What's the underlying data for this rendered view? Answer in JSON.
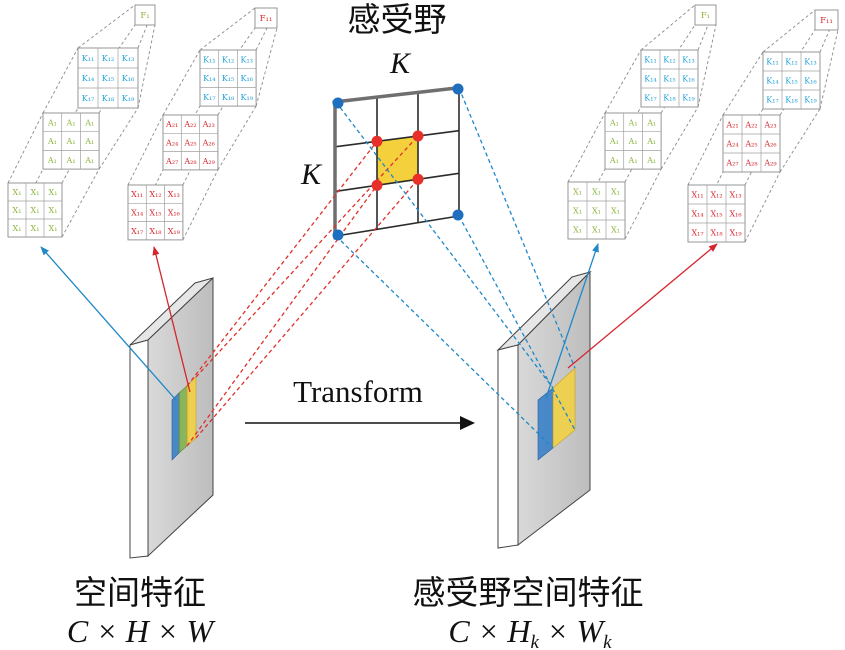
{
  "receptive_field": {
    "title": "感受野",
    "k_top": "K",
    "k_left": "K"
  },
  "transform": {
    "label": "Transform"
  },
  "input_feature": {
    "title": "空间特征",
    "formula": "C × H × W"
  },
  "output_feature": {
    "title": "感受野空间特征",
    "formula": {
      "part1": "C × H",
      "sub1": "k",
      "part2": " × W",
      "sub2": "k"
    }
  },
  "stacks": {
    "left_green": {
      "text_color": "#8ab43c",
      "kernel_color": "#1ea1d9",
      "F": "F₁",
      "K": [
        "K₁₁",
        "K₁₂",
        "K₁₃",
        "K₁₄",
        "K₁₅",
        "K₁₆",
        "K₁₇",
        "K₁₈",
        "K₁₉"
      ],
      "A": [
        "A₁",
        "A₁",
        "A₁",
        "A₁",
        "A₁",
        "A₁",
        "A₁",
        "A₁",
        "A₁"
      ],
      "X": [
        "X₁",
        "X₁",
        "X₁",
        "X₁",
        "X₁",
        "X₁",
        "X₁",
        "X₁",
        "X₁"
      ]
    },
    "left_red": {
      "text_color": "#d6252c",
      "kernel_color": "#1ea1d9",
      "F": "F₁₁",
      "K": [
        "K₁₁",
        "K₁₂",
        "K₁₃",
        "K₁₄",
        "K₁₅",
        "K₁₆",
        "K₁₇",
        "K₁₈",
        "K₁₉"
      ],
      "A": [
        "A₂₁",
        "A₂₂",
        "A₂₃",
        "A₂₄",
        "A₂₅",
        "A₂₆",
        "A₂₇",
        "A₂₈",
        "A₂₉"
      ],
      "X": [
        "X₁₁",
        "X₁₂",
        "X₁₃",
        "X₁₄",
        "X₁₅",
        "X₁₆",
        "X₁₇",
        "X₁₈",
        "X₁₉"
      ]
    },
    "right_green": {
      "text_color": "#8ab43c",
      "kernel_color": "#1ea1d9",
      "F": "F₁",
      "K": [
        "K₁₁",
        "K₁₂",
        "K₁₃",
        "K₁₄",
        "K₁₅",
        "K₁₆",
        "K₁₇",
        "K₁₈",
        "K₁₉"
      ],
      "A": [
        "A₁",
        "A₁",
        "A₁",
        "A₁",
        "A₁",
        "A₁",
        "A₁",
        "A₁",
        "A₁"
      ],
      "X": [
        "X₁",
        "X₁",
        "X₁",
        "X₁",
        "X₁",
        "X₁",
        "X₁",
        "X₁",
        "X₁"
      ]
    },
    "right_red": {
      "text_color": "#d6252c",
      "kernel_color": "#1ea1d9",
      "F": "F₁₁",
      "K": [
        "K₁₁",
        "K₁₂",
        "K₁₃",
        "K₁₄",
        "K₁₅",
        "K₁₆",
        "K₁₇",
        "K₁₈",
        "K₁₉"
      ],
      "A": [
        "A₂₁",
        "A₂₂",
        "A₂₃",
        "A₂₄",
        "A₂₅",
        "A₂₆",
        "A₂₇",
        "A₂₈",
        "A₂₉"
      ],
      "X": [
        "X₁₁",
        "X₁₂",
        "X₁₃",
        "X₁₄",
        "X₁₅",
        "X₁₆",
        "X₁₇",
        "X₁₈",
        "X₁₉"
      ]
    }
  },
  "colors": {
    "green": "#8ab43c",
    "cyan": "#1ea1d9",
    "red": "#d6252c",
    "blue": "#1f6fc0",
    "yellow": "#f3d03c",
    "slab_gray": "#c9c9c9"
  }
}
